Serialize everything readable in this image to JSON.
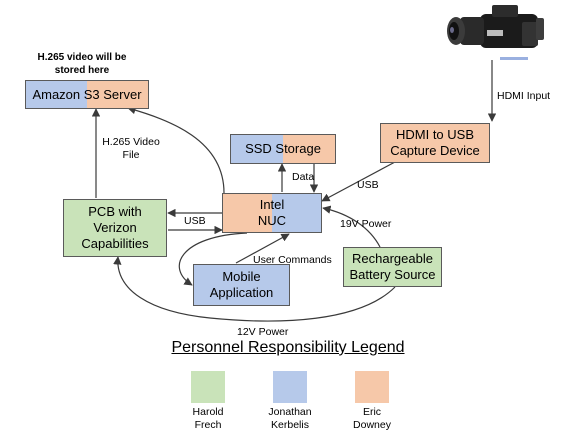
{
  "colors": {
    "harold": "#c9e3b9",
    "jonathan": "#b6c9ea",
    "eric": "#f6c8a9",
    "line": "#3a3a3a"
  },
  "icons": {
    "camera": "video-camera-icon"
  },
  "note": {
    "line1": "H.265 video will be",
    "line2": "stored here"
  },
  "nodes": {
    "s3": "Amazon S3 Server",
    "ssd": "SSD Storage",
    "hdmi_line1": "HDMI to USB",
    "hdmi_line2": "Capture Device",
    "nuc_line1": "Intel",
    "nuc_line2": "NUC",
    "pcb_line1": "PCB with",
    "pcb_line2": "Verizon",
    "pcb_line3": "Capabilities",
    "mobile_line1": "Mobile",
    "mobile_line2": "Application",
    "battery_line1": "Rechargeable",
    "battery_line2": "Battery Source"
  },
  "edges": {
    "h265_line1": "H.265 Video",
    "h265_line2": "File",
    "hdmi_input": "HDMI Input",
    "data": "Data",
    "usb_capture": "USB",
    "usb_pcb": "USB",
    "power_19v": "19V Power",
    "user_commands": "User Commands",
    "power_12v": "12V Power"
  },
  "legend": {
    "title": "Personnel Responsibility Legend",
    "people": [
      {
        "first": "Harold",
        "last": "Frech"
      },
      {
        "first": "Jonathan",
        "last": "Kerbelis"
      },
      {
        "first": "Eric",
        "last": "Downey"
      }
    ]
  }
}
